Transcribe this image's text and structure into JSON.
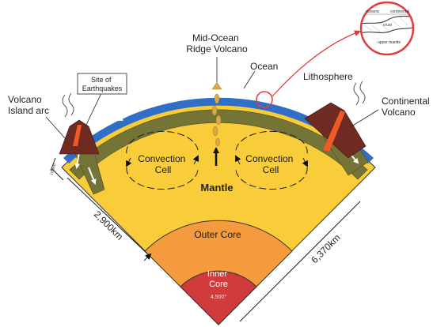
{
  "labels": {
    "mid_ocean": [
      "Mid-Ocean",
      "Ridge Volcano"
    ],
    "ocean": "Ocean",
    "lithosphere": "Lithosphere",
    "volcano_island": [
      "Volcano",
      "Island arc"
    ],
    "continental": [
      "Continental",
      "Volcano"
    ],
    "earthquakes": [
      "Site of",
      "Earthquakes"
    ],
    "convection_left": [
      "Convection",
      "Cell"
    ],
    "convection_right": [
      "Convection",
      "Cell"
    ],
    "mantle": "Mantle",
    "outer_core": "Outer Core",
    "inner_core": [
      "Inner",
      "Core"
    ],
    "inner_core_temp": "4,500°",
    "crust_thickness": "100km",
    "depth_mantle": "2,900km",
    "radius": "6,370km"
  },
  "inset": {
    "oceanic": "oceanic",
    "continental": "continental",
    "crust": "crust",
    "upper_mantle": "upper mantle"
  },
  "colors": {
    "mantle": "#f9cc3a",
    "outer_core": "#f39b3d",
    "inner_core": "#d13b3c",
    "ocean": "#2f6fc6",
    "lithosphere": "#737436",
    "volcano": "#6f2b22",
    "magma": "#f05a25",
    "leader_red": "#e23b3b"
  }
}
